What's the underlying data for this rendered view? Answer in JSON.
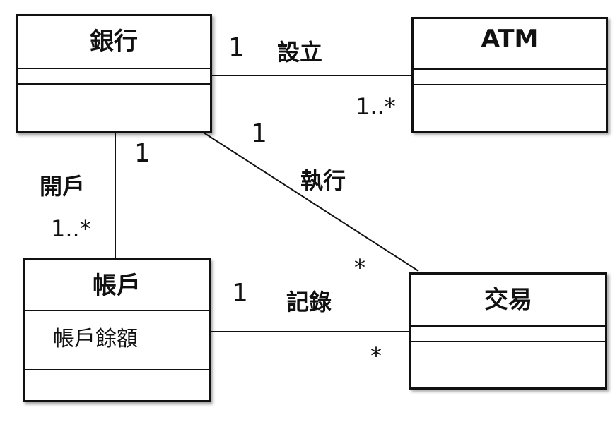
{
  "classes": {
    "bank": {
      "name": "銀行",
      "attribute": ""
    },
    "atm": {
      "name": "ATM",
      "attribute": ""
    },
    "account": {
      "name": "帳戶",
      "attribute": "帳戶餘額"
    },
    "transaction": {
      "name": "交易",
      "attribute": ""
    }
  },
  "associations": {
    "setup": {
      "label": "設立",
      "bank_mult": "1",
      "atm_mult": "1..*"
    },
    "execute": {
      "label": "執行",
      "bank_mult": "1",
      "transaction_mult": "*"
    },
    "open": {
      "label": "開戶",
      "bank_mult": "1",
      "account_mult": "1..*"
    },
    "record": {
      "label": "記錄",
      "account_mult": "1",
      "transaction_mult": "*"
    }
  }
}
